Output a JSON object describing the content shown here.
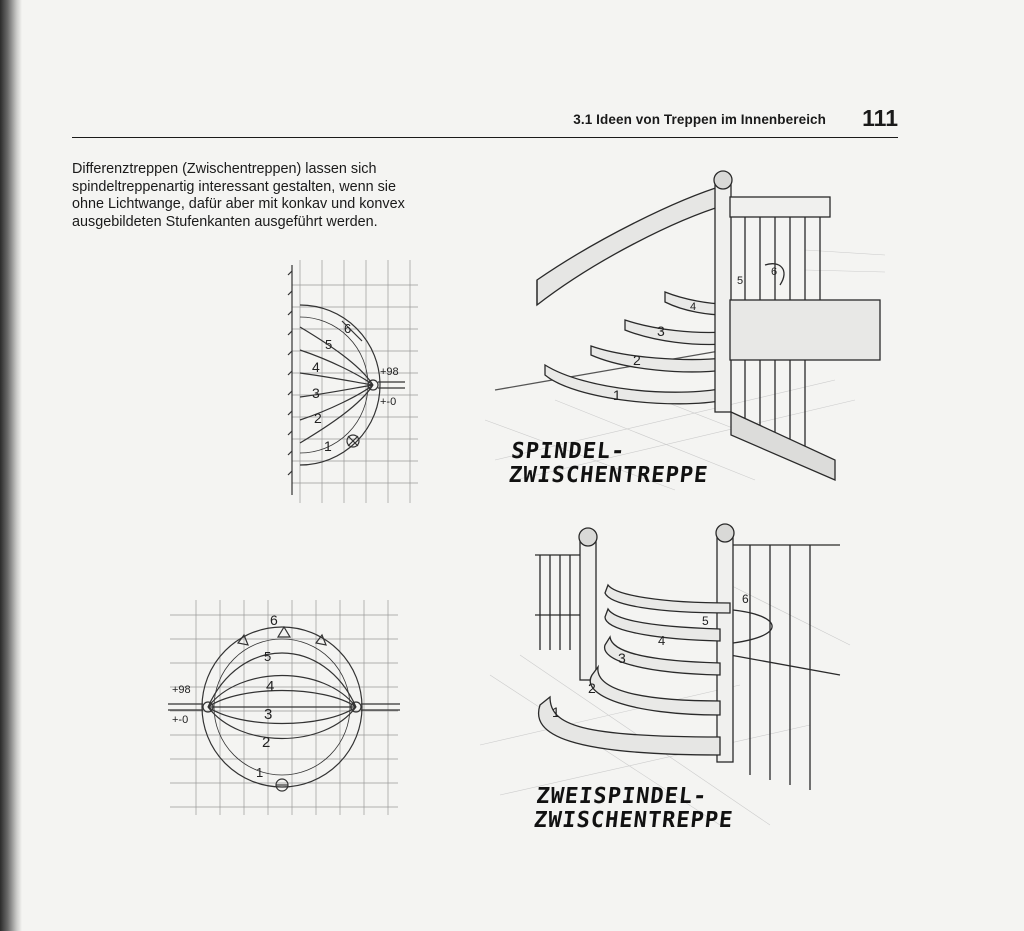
{
  "header": {
    "section": "3.1 Ideen von Treppen im Innenbereich",
    "page_number": "111"
  },
  "intro": "Differenztreppen (Zwischentreppen) lassen sich spindeltreppenartig interessant gestalten, wenn sie ohne Lichtwange, dafür aber mit konkav und konvex ausgebildeten Stufenkanten ausgeführt werden.",
  "plan_half": {
    "steps": [
      "1",
      "2",
      "3",
      "4",
      "5",
      "6"
    ],
    "level_top": "+98",
    "level_bottom": "+-0"
  },
  "plan_full": {
    "steps": [
      "1",
      "2",
      "3",
      "4",
      "5",
      "6"
    ],
    "level_top": "+98",
    "level_bottom": "+-0"
  },
  "sketch_spindle": {
    "caption_line1": "SPINDEL-",
    "caption_line2": "ZWISCHENTREPPE",
    "steps": [
      "1",
      "2",
      "3",
      "4",
      "5",
      "6"
    ]
  },
  "sketch_twin": {
    "caption_line1": "ZWEISPINDEL-",
    "caption_line2": "ZWISCHENTREPPE",
    "steps": [
      "1",
      "2",
      "3",
      "4",
      "5",
      "6"
    ]
  }
}
